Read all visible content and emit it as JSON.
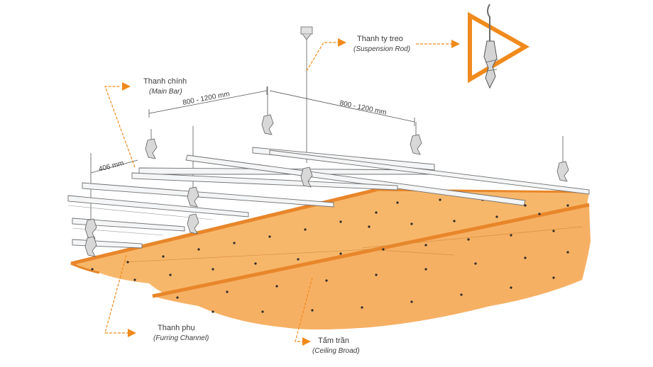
{
  "labels": {
    "suspension_rod": {
      "main": "Thanh ty treo",
      "sub": "(Suspension Rod)"
    },
    "main_bar": {
      "main": "Thanh chính",
      "sub": "(Main Bar)"
    },
    "furring_channel": {
      "main": "Thanh phụ",
      "sub": "(Furring Channel)"
    },
    "ceiling_board": {
      "main": "Tấm trần",
      "sub": "(Ceiling Broad)"
    }
  },
  "dimensions": {
    "spacing_a": "800 - 1200 mm",
    "spacing_b": "800 - 1200 mm",
    "furring_spacing": "406 mm"
  },
  "colors": {
    "board": "#f7b76a",
    "board_edge": "#e8862a",
    "accent": "#f08a1c",
    "metal": "#f4f5f6"
  },
  "icons": {
    "detail": "triangle-hanger-detail-icon"
  }
}
